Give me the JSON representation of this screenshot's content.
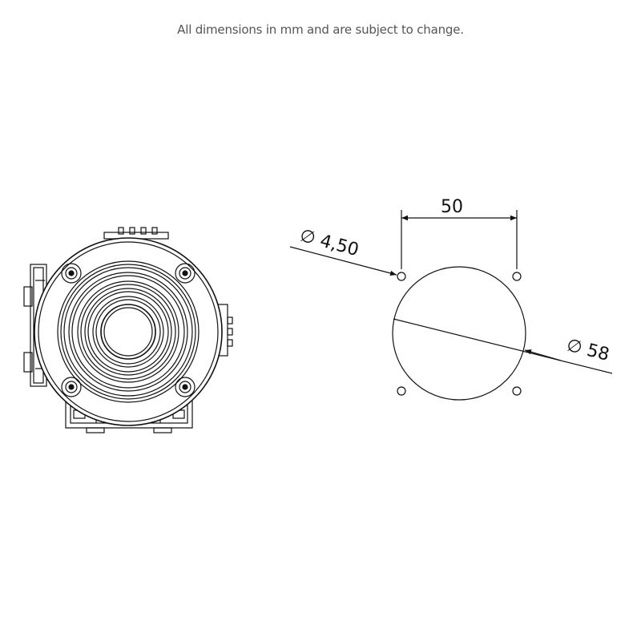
{
  "note": "All dimensions in mm and are subject to change.",
  "dimensions": {
    "hole_spacing": "50",
    "hole_diameter": "4,50",
    "cutout_diameter": "58",
    "diameter_symbol": "∅"
  },
  "colors": {
    "line": "#111111",
    "note_text": "#555555"
  }
}
